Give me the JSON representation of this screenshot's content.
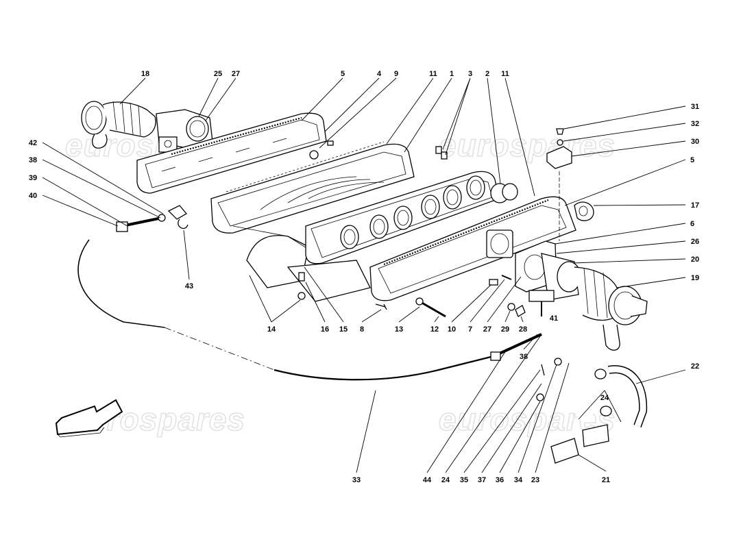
{
  "watermark": {
    "text": "eurospares"
  },
  "callouts": {
    "c18": "18",
    "c25": "25",
    "c27a": "27",
    "c5a": "5",
    "c4": "4",
    "c9": "9",
    "c11a": "11",
    "c1": "1",
    "c3": "3",
    "c2": "2",
    "c11b": "11",
    "c31": "31",
    "c32": "32",
    "c30": "30",
    "c5b": "5",
    "c17": "17",
    "c6": "6",
    "c26": "26",
    "c20": "20",
    "c19": "19",
    "c42": "42",
    "c38a": "38",
    "c39": "39",
    "c40": "40",
    "c43": "43",
    "c14": "14",
    "c16": "16",
    "c15": "15",
    "c8": "8",
    "c13": "13",
    "c12": "12",
    "c10": "10",
    "c7": "7",
    "c27b": "27",
    "c29": "29",
    "c28": "28",
    "c41": "41",
    "c38b": "38",
    "c22": "22",
    "c24a": "24",
    "c21": "21",
    "c33": "33",
    "c44": "44",
    "c24b": "24",
    "c35": "35",
    "c37": "37",
    "c36": "36",
    "c34": "34",
    "c23": "23"
  },
  "icons": {
    "direction_arrow": "front-direction-arrow-icon"
  }
}
